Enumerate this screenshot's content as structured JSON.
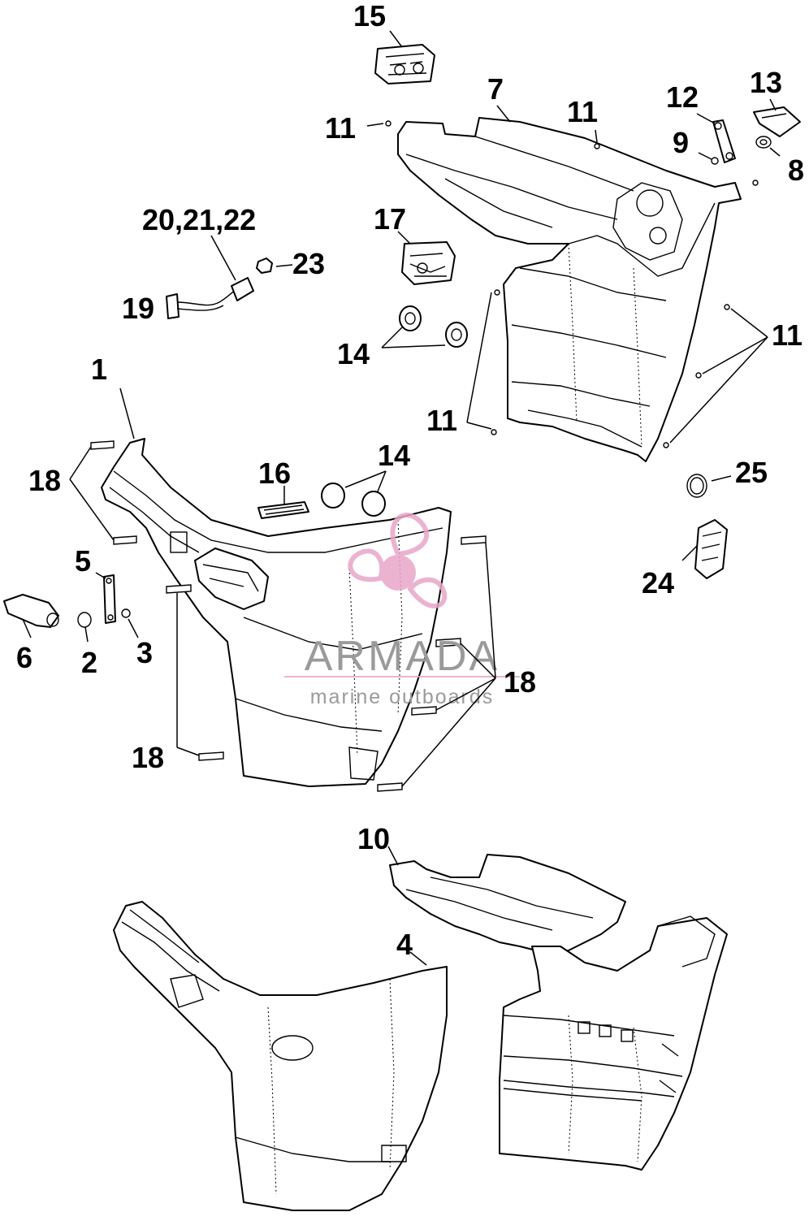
{
  "watermark": {
    "brand": "ARMADA",
    "tagline": "marine outboards",
    "logo_color": "#e8a6c8",
    "text_color": "#9a9a9a"
  },
  "callouts": {
    "c1": "1",
    "c2": "2",
    "c3": "3",
    "c4": "4",
    "c5": "5",
    "c6": "6",
    "c7": "7",
    "c8": "8",
    "c9": "9",
    "c10": "10",
    "c11": "11",
    "c12": "12",
    "c13": "13",
    "c14": "14",
    "c15": "15",
    "c16": "16",
    "c17": "17",
    "c18": "18",
    "c19": "19",
    "c20_22": "20,21,22",
    "c23": "23",
    "c24": "24",
    "c25": "25"
  }
}
